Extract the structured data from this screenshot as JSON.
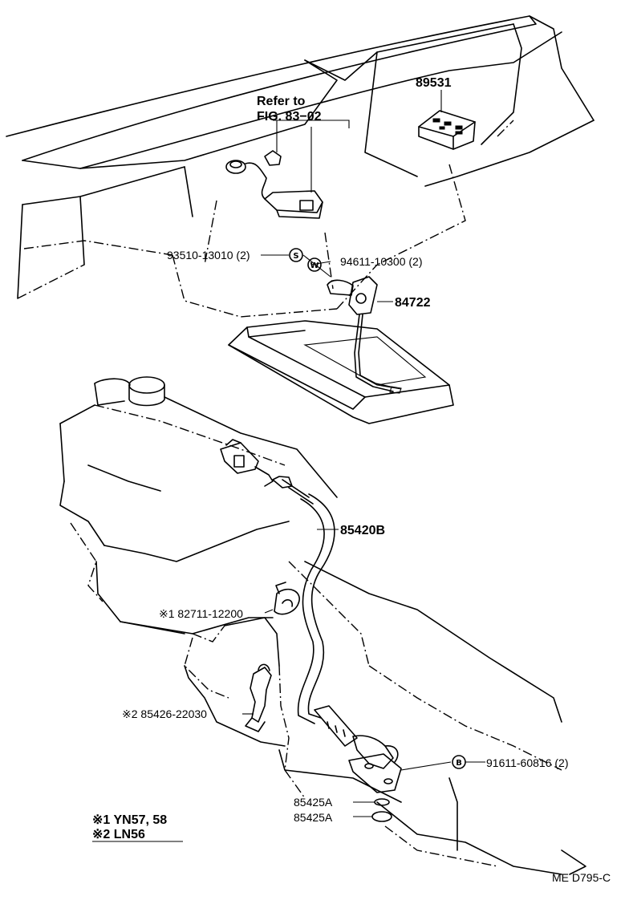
{
  "colors": {
    "ink": "#000000",
    "paper": "#ffffff"
  },
  "labels": {
    "ref_line1": "Refer to",
    "ref_line2": "FIG. 83−02",
    "p89531": "89531",
    "p93510": "93510-13010 (2)",
    "p94611": "94611-10300 (2)",
    "sym_s": "S",
    "sym_w": "W",
    "sym_b": "B",
    "p84722": "84722",
    "p85420b": "85420B",
    "p82711": "※1 82711-12200",
    "p85426": "※2 85426-22030",
    "p91611": "91611-60816 (2)",
    "p85425a_1": "85425A",
    "p85425a_2": "85425A"
  },
  "legend": {
    "row1": "※1 YN57, 58",
    "row2": "※2 LN56"
  },
  "drawing_code": "ME D795-C"
}
